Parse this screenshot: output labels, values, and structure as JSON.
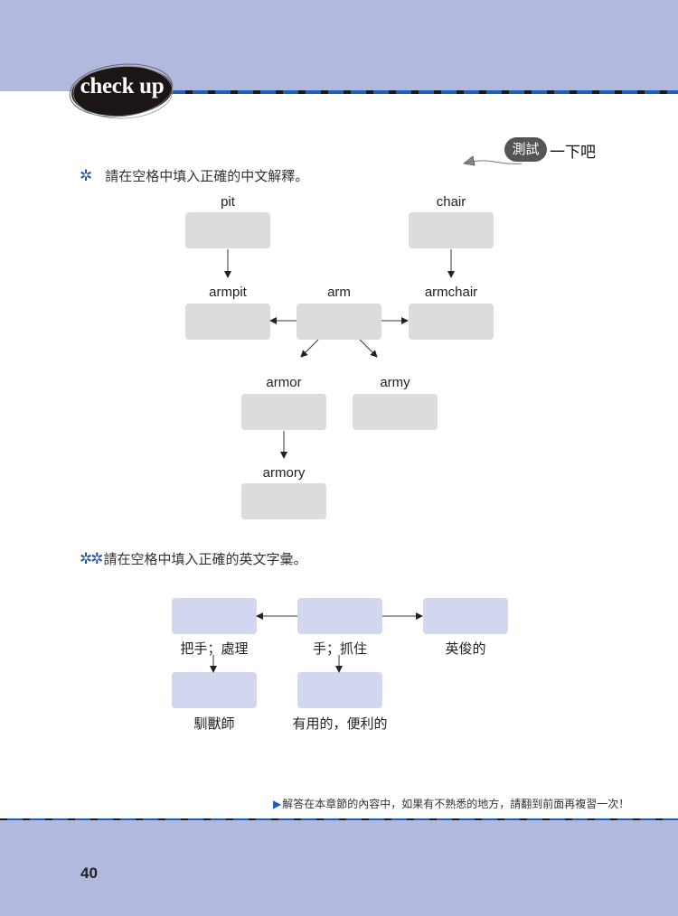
{
  "header": {
    "badge_label": "check up",
    "test_tag": {
      "highlight": "測試",
      "rest": "一下吧"
    }
  },
  "colors": {
    "band": "#b1b9df",
    "dash_blue": "#1f5fb5",
    "dash_black": "#1c1a1a",
    "grey_box": "#dcdcdc",
    "blue_box": "#d2d6ee",
    "star_blue": "#1e4f9e"
  },
  "section1": {
    "marker": "✲",
    "instruction": "請在空格中填入正確的中文解釋。",
    "words": {
      "pit": "pit",
      "chair": "chair",
      "armpit": "armpit",
      "arm": "arm",
      "armchair": "armchair",
      "armor": "armor",
      "army": "army",
      "armory": "armory"
    }
  },
  "section2": {
    "marker": "✲✲",
    "instruction": "請在空格中填入正確的英文字彙。",
    "meanings": {
      "handle": "把手；處理",
      "hand": "手；抓住",
      "handsome": "英俊的",
      "handler": "馴獸師",
      "handy": "有用的，便利的"
    }
  },
  "footer": {
    "note_marker": "▶",
    "note": "解答在本章節的內容中，如果有不熟悉的地方，請翻到前面再複習一次！",
    "page_number": "40"
  }
}
